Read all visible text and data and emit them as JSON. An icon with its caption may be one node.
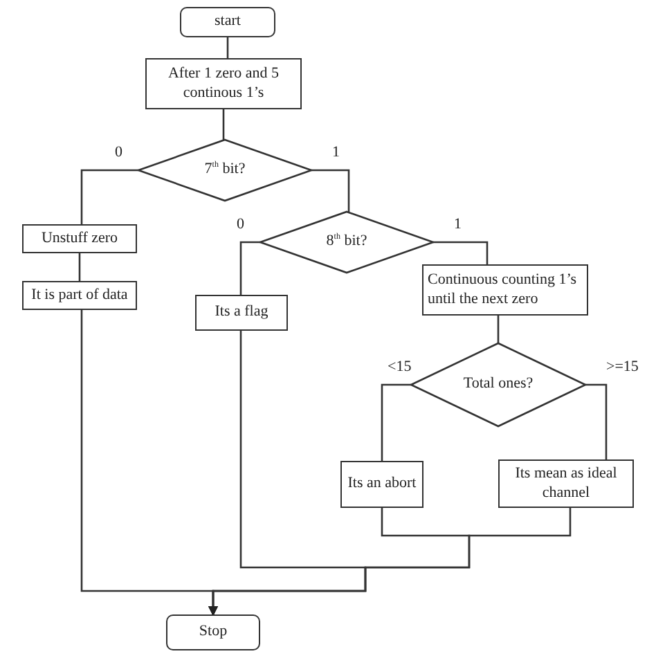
{
  "diagram": {
    "nodes": [
      {
        "text": [
          "start"
        ]
      },
      {
        "text": [
          "After 1 zero and 5 continous 1’s"
        ]
      },
      {
        "text": [
          "7$^{th}$ bit?"
        ]
      },
      {
        "text": [
          "Unstuff zero"
        ]
      },
      {
        "text": [
          "It is part of data"
        ]
      },
      {
        "text": [
          "8$^{th}$ bit?"
        ]
      },
      {
        "text": [
          "Its a flag"
        ]
      },
      {
        "text": [
          "Continuous counting 1’s until the next zero"
        ]
      },
      {
        "text": [
          "Total ones?"
        ]
      },
      {
        "text": [
          "Its an abort"
        ]
      },
      {
        "text": [
          "Its mean as ideal channel"
        ]
      },
      {
        "text": [
          "Stop"
        ]
      }
    ],
    "edges": [
      {
        "from": 0,
        "to": 1,
        "arrow": "none"
      },
      {
        "from": 1,
        "to": 2,
        "arrow": "none"
      },
      {
        "from": 2,
        "to": 3,
        "arrow": "none",
        "label": "0"
      },
      {
        "from": 3,
        "to": 4,
        "arrow": "none"
      },
      {
        "from": 2,
        "to": 5,
        "arrow": "none",
        "label": "1"
      },
      {
        "from": 5,
        "to": 6,
        "arrow": "none",
        "label": "0"
      },
      {
        "from": 5,
        "to": 7,
        "arrow": "none",
        "label": "1"
      },
      {
        "from": 7,
        "to": 8,
        "arrow": "none"
      },
      {
        "from": 8,
        "to": 9,
        "arrow": "none",
        "label": "<15"
      },
      {
        "from": 8,
        "to": 10,
        "arrow": "none",
        "label": ">=15"
      },
      {
        "from": 4,
        "to": 11,
        "arrow": "to"
      },
      {
        "from": 6,
        "to": 11,
        "arrow": "to"
      },
      {
        "from": 9,
        "to": 11,
        "arrow": "to"
      },
      {
        "from": 10,
        "to": 11,
        "arrow": "to"
      }
    ]
  }
}
